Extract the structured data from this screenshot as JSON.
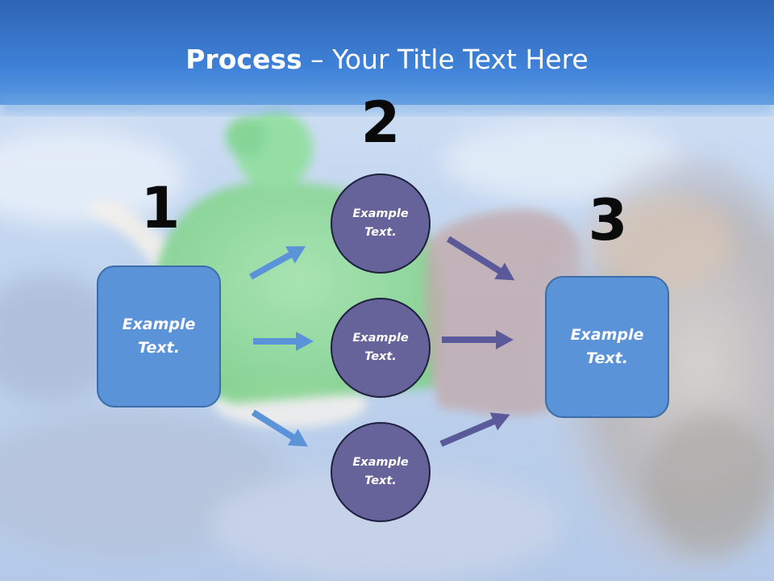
{
  "title": {
    "bold": "Process",
    "rest": " – Your Title Text Here"
  },
  "steps": {
    "n1": "1",
    "n2": "2",
    "n3": "3"
  },
  "left_box": {
    "text": "Example\nText."
  },
  "right_box": {
    "text": "Example\nText."
  },
  "circles": [
    {
      "text": "Example\nText."
    },
    {
      "text": "Example\nText."
    },
    {
      "text": "Example\nText."
    }
  ],
  "colors": {
    "header_blue": "#3c7bd4",
    "box_fill": "#5b93d9",
    "box_border": "#3b6ea8",
    "circle_fill": "#656399",
    "circle_border": "#1f2040",
    "arrow_left": "#5b93d9",
    "arrow_right": "#5a5a9a"
  }
}
